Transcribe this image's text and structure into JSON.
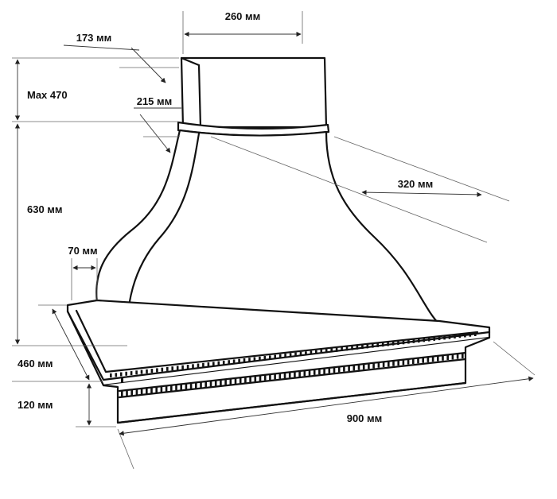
{
  "dimensions": {
    "duct_width": "260 мм",
    "duct_depth": "173 мм",
    "max_height": "Max 470",
    "collar_depth": "215 мм",
    "hood_height": "630 мм",
    "depth_320": "320 мм",
    "offset_70": "70 мм",
    "base_depth": "460 мм",
    "base_height": "120 мм",
    "width": "900 мм"
  },
  "colors": {
    "outline": "#111111",
    "background": "#ffffff"
  }
}
